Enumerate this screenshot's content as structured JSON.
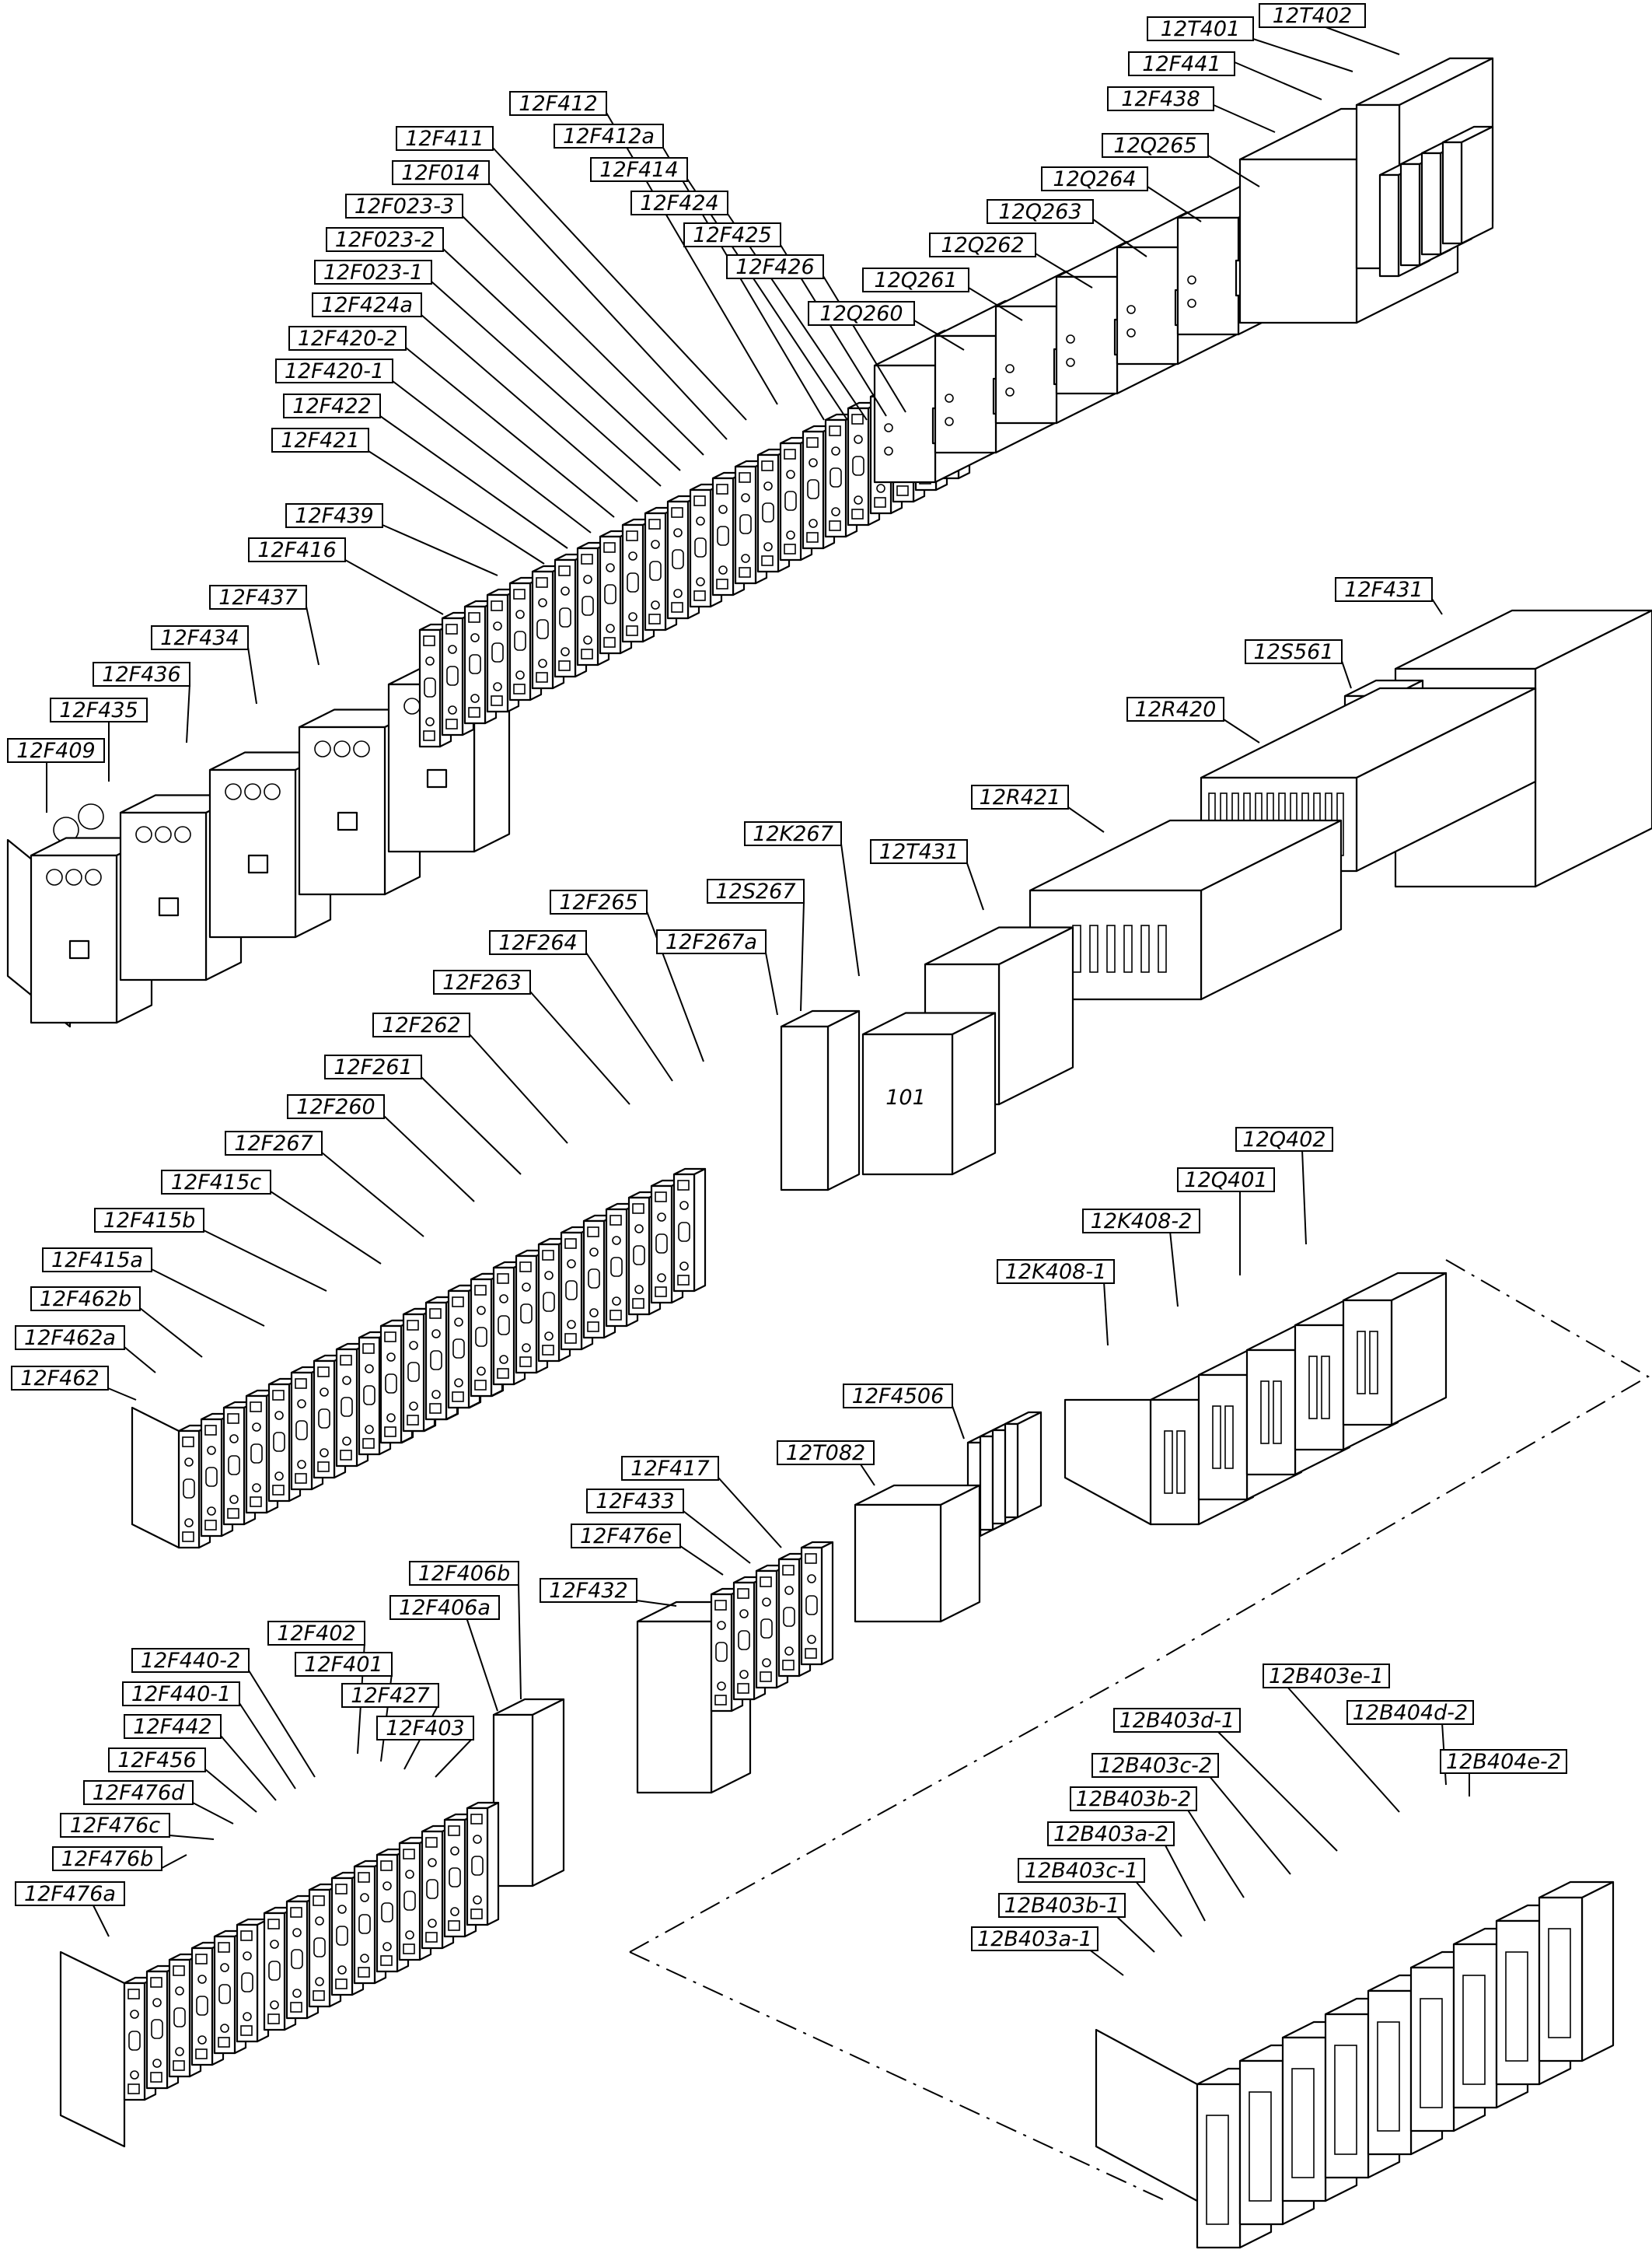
{
  "diagram": {
    "labels": [
      {
        "id": "12T401",
        "text": "12T401"
      },
      {
        "id": "12T402",
        "text": "12T402"
      },
      {
        "id": "12F441",
        "text": "12F441"
      },
      {
        "id": "12F438",
        "text": "12F438"
      },
      {
        "id": "12Q265",
        "text": "12Q265"
      },
      {
        "id": "12Q264",
        "text": "12Q264"
      },
      {
        "id": "12Q263",
        "text": "12Q263"
      },
      {
        "id": "12Q262",
        "text": "12Q262"
      },
      {
        "id": "12Q261",
        "text": "12Q261"
      },
      {
        "id": "12Q260",
        "text": "12Q260"
      },
      {
        "id": "12F412",
        "text": "12F412"
      },
      {
        "id": "12F411",
        "text": "12F411"
      },
      {
        "id": "12F412a",
        "text": "12F412a"
      },
      {
        "id": "12F014",
        "text": "12F014"
      },
      {
        "id": "12F414",
        "text": "12F414"
      },
      {
        "id": "12F023-3",
        "text": "12F023-3"
      },
      {
        "id": "12F424",
        "text": "12F424"
      },
      {
        "id": "12F023-2",
        "text": "12F023-2"
      },
      {
        "id": "12F425",
        "text": "12F425"
      },
      {
        "id": "12F023-1",
        "text": "12F023-1"
      },
      {
        "id": "12F426",
        "text": "12F426"
      },
      {
        "id": "12F424a",
        "text": "12F424a"
      },
      {
        "id": "12F420-2",
        "text": "12F420-2"
      },
      {
        "id": "12F420-1",
        "text": "12F420-1"
      },
      {
        "id": "12F422",
        "text": "12F422"
      },
      {
        "id": "12F421",
        "text": "12F421"
      },
      {
        "id": "12F439",
        "text": "12F439"
      },
      {
        "id": "12F416",
        "text": "12F416"
      },
      {
        "id": "12F437",
        "text": "12F437"
      },
      {
        "id": "12F434",
        "text": "12F434"
      },
      {
        "id": "12F436",
        "text": "12F436"
      },
      {
        "id": "12F435",
        "text": "12F435"
      },
      {
        "id": "12F409",
        "text": "12F409"
      },
      {
        "id": "12F431",
        "text": "12F431"
      },
      {
        "id": "12S561",
        "text": "12S561"
      },
      {
        "id": "12R420",
        "text": "12R420"
      },
      {
        "id": "12R421",
        "text": "12R421"
      },
      {
        "id": "12K267",
        "text": "12K267"
      },
      {
        "id": "12T431",
        "text": "12T431"
      },
      {
        "id": "12S267",
        "text": "12S267"
      },
      {
        "id": "12F267a",
        "text": "12F267a"
      },
      {
        "id": "12F265",
        "text": "12F265"
      },
      {
        "id": "12F264",
        "text": "12F264"
      },
      {
        "id": "12F263",
        "text": "12F263"
      },
      {
        "id": "12F262",
        "text": "12F262"
      },
      {
        "id": "12F261",
        "text": "12F261"
      },
      {
        "id": "12F260",
        "text": "12F260"
      },
      {
        "id": "12F267",
        "text": "12F267"
      },
      {
        "id": "12F415c",
        "text": "12F415c"
      },
      {
        "id": "12F415b",
        "text": "12F415b"
      },
      {
        "id": "12F415a",
        "text": "12F415a"
      },
      {
        "id": "12F462b",
        "text": "12F462b"
      },
      {
        "id": "12F462a",
        "text": "12F462a"
      },
      {
        "id": "12F462",
        "text": "12F462"
      },
      {
        "id": "12Q402",
        "text": "12Q402"
      },
      {
        "id": "12Q401",
        "text": "12Q401"
      },
      {
        "id": "12K408-2",
        "text": "12K408-2"
      },
      {
        "id": "12K408-1",
        "text": "12K408-1"
      },
      {
        "id": "12F4506",
        "text": "12F4506"
      },
      {
        "id": "12T082",
        "text": "12T082"
      },
      {
        "id": "12F417",
        "text": "12F417"
      },
      {
        "id": "12F433",
        "text": "12F433"
      },
      {
        "id": "12F476e",
        "text": "12F476e"
      },
      {
        "id": "12F432",
        "text": "12F432"
      },
      {
        "id": "12F406b",
        "text": "12F406b"
      },
      {
        "id": "12F406a",
        "text": "12F406a"
      },
      {
        "id": "12F402",
        "text": "12F402"
      },
      {
        "id": "12F440-2",
        "text": "12F440-2"
      },
      {
        "id": "12F401",
        "text": "12F401"
      },
      {
        "id": "12F440-1",
        "text": "12F440-1"
      },
      {
        "id": "12F427",
        "text": "12F427"
      },
      {
        "id": "12F442",
        "text": "12F442"
      },
      {
        "id": "12F403",
        "text": "12F403"
      },
      {
        "id": "12F456",
        "text": "12F456"
      },
      {
        "id": "12F476d",
        "text": "12F476d"
      },
      {
        "id": "12F476c",
        "text": "12F476c"
      },
      {
        "id": "12F476b",
        "text": "12F476b"
      },
      {
        "id": "12F476a",
        "text": "12F476a"
      },
      {
        "id": "12B403e-1",
        "text": "12B403e-1"
      },
      {
        "id": "12B404d-2",
        "text": "12B404d-2"
      },
      {
        "id": "12B403d-1",
        "text": "12B403d-1"
      },
      {
        "id": "12B404e-2",
        "text": "12B404e-2"
      },
      {
        "id": "12B403c-2",
        "text": "12B403c-2"
      },
      {
        "id": "12B403b-2",
        "text": "12B403b-2"
      },
      {
        "id": "12B403a-2",
        "text": "12B403a-2"
      },
      {
        "id": "12B403c-1",
        "text": "12B403c-1"
      },
      {
        "id": "12B403b-1",
        "text": "12B403b-1"
      },
      {
        "id": "12B403a-1",
        "text": "12B403a-1"
      }
    ],
    "device_text": {
      "contactor_mark": "101"
    }
  }
}
